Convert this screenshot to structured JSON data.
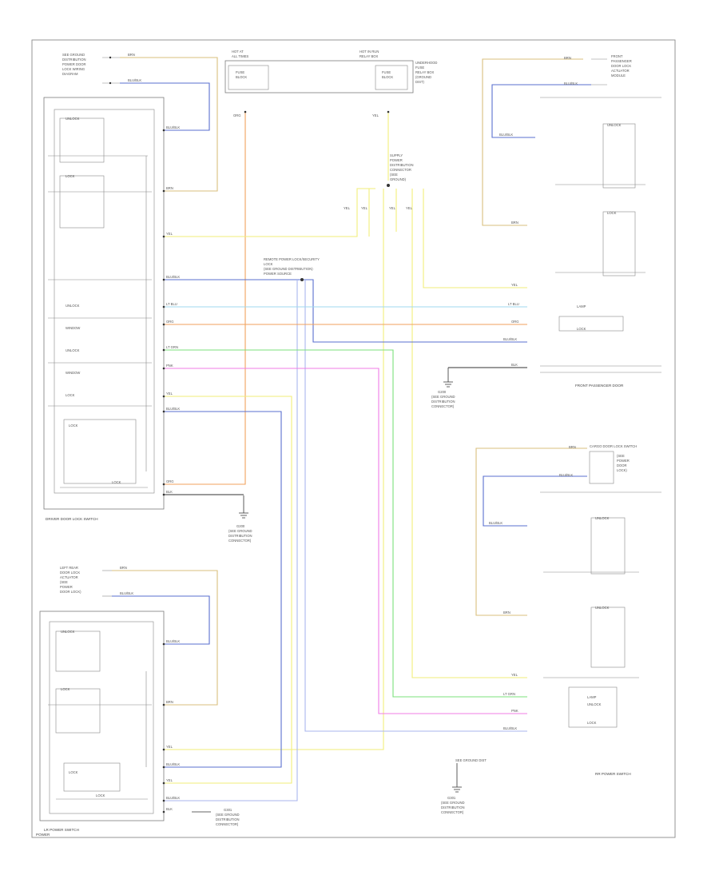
{
  "colors": {
    "tan": "#d9bf7e",
    "tan_dark": "#c7a15a",
    "blue": "#5a6fcf",
    "blue_dark": "#3f52b8",
    "yellow": "#f2ee7a",
    "orange": "#f0a25c",
    "light_blue": "#9fd8ef",
    "green": "#7be07b",
    "pink": "#f07ce6",
    "lavender": "#a9b6ee",
    "black": "#333333"
  },
  "captions": {
    "driver_switch": "DRIVER DOOR LOCK SWITCH",
    "front_pass_door": "FRONT PASSENGER DOOR",
    "lr_switch": "LR POWER SWITCH",
    "rr_switch": "RR POWER SWITCH",
    "bottom_left": "POWER"
  }
}
